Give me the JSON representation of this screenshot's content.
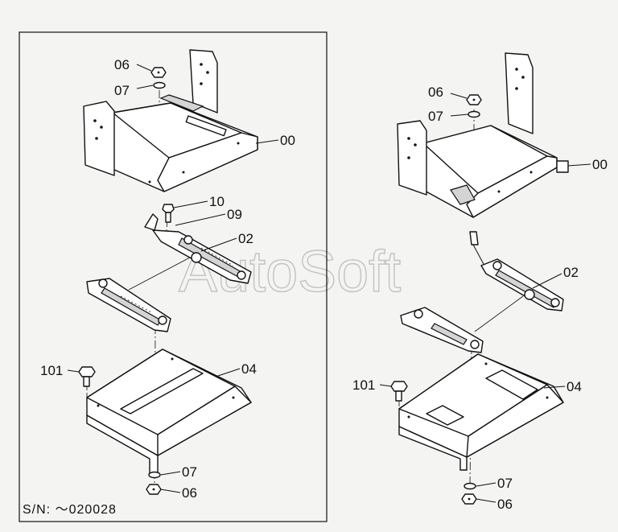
{
  "watermark": "AutoSoft",
  "serial_note": "S/N: ～020028",
  "left_assembly": {
    "callouts": {
      "nut_top": "06",
      "washer_top": "07",
      "seat_bracket": "00",
      "bolt": "10",
      "plate": "09",
      "slide_rail": "02",
      "base_plate": "04",
      "base_bolt": "101",
      "washer_bottom": "07",
      "nut_bottom": "06"
    }
  },
  "right_assembly": {
    "callouts": {
      "nut_top": "06",
      "washer_top": "07",
      "seat_bracket": "00",
      "slide_rail": "02",
      "base_plate": "04",
      "base_bolt": "101",
      "washer_bottom": "07",
      "nut_bottom": "06"
    }
  }
}
